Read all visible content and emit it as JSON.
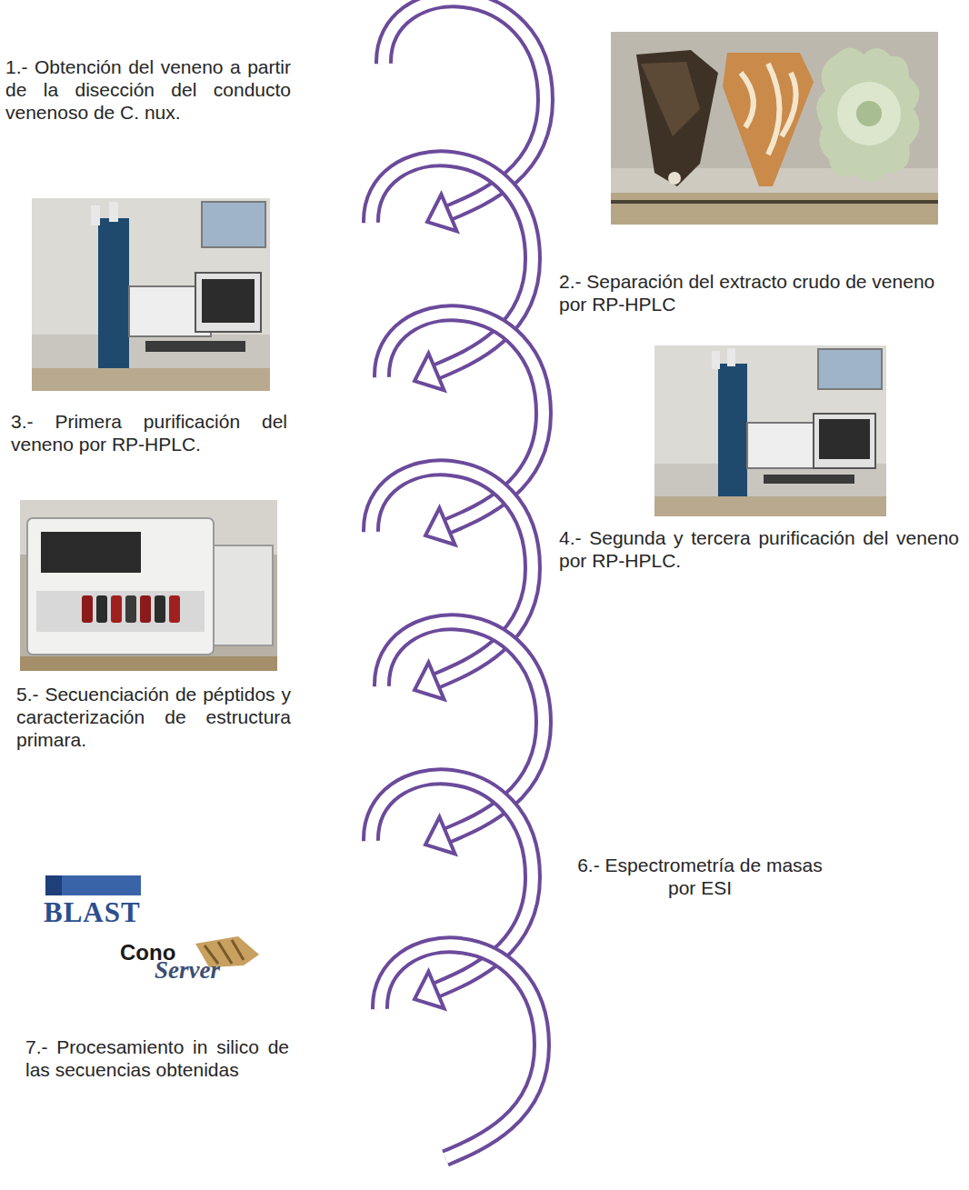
{
  "diagram": {
    "labels": [
      "1.- Obtención del veneno a partir de la disección del conducto venenoso de C. nux.",
      "2.- Separación del extracto crudo de veneno por RP-HPLC",
      "3.- Primera purificación del veneno por RP-HPLC.",
      "4.- Segunda y tercera purificación del veneno por RP-HPLC.",
      "5.- Secuenciación de péptidos y caracterización de estructura primara.",
      "6.- Espectrometría de masas por ESI",
      "7.- Procesamiento in silico de las secuencias obtenidas",
      "BLAST",
      "Cono",
      "Server"
    ]
  }
}
